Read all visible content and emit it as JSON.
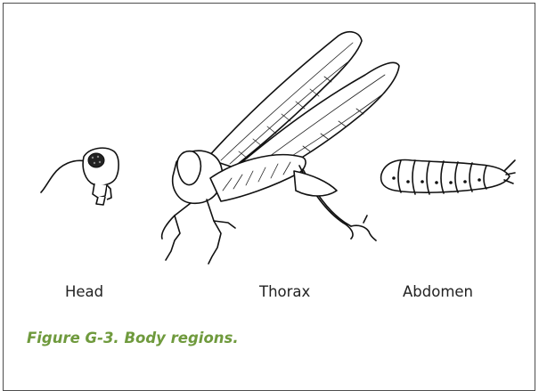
{
  "labels": {
    "head": "Head",
    "thorax": "Thorax",
    "abdomen": "Abdomen"
  },
  "caption": "Figure G-3. Body regions.",
  "colors": {
    "caption": "#6f9a3d",
    "border": "#4d4d4d",
    "ink": "#111111"
  }
}
